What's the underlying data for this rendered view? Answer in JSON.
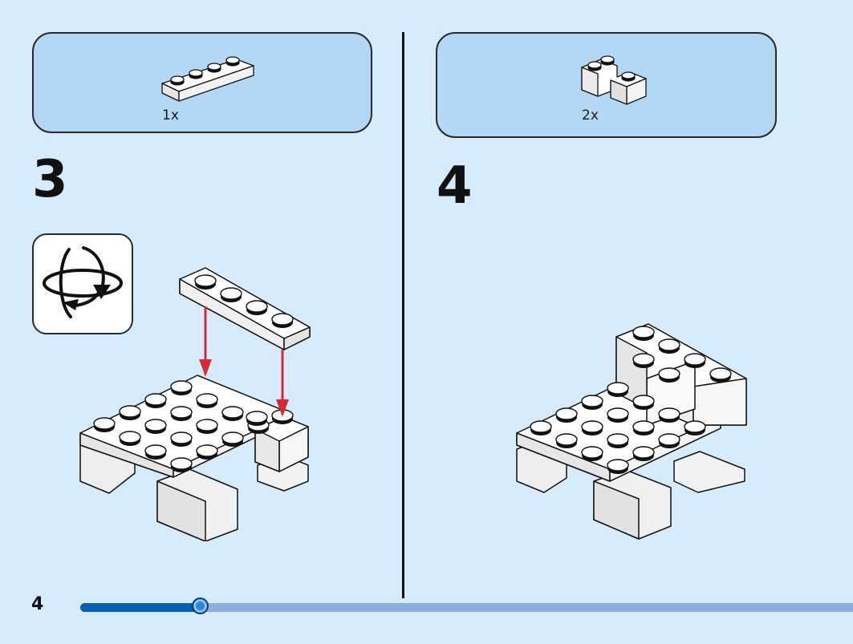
{
  "steps": [
    {
      "number": "3",
      "part_quantity": "1x",
      "part_icon": "plate-1x4-icon"
    },
    {
      "number": "4",
      "part_quantity": "2x",
      "part_icon": "brick-corner-icon"
    }
  ],
  "rotate_icon": "rotate-model-icon",
  "page_number": "4",
  "progress": 0.155,
  "colors": {
    "background": "#d6ecfc",
    "parts_box": "#b3d8f6",
    "arrow": "#d62b35",
    "progress_fill": "#0b5fb0",
    "progress_track": "#8cafdd"
  }
}
